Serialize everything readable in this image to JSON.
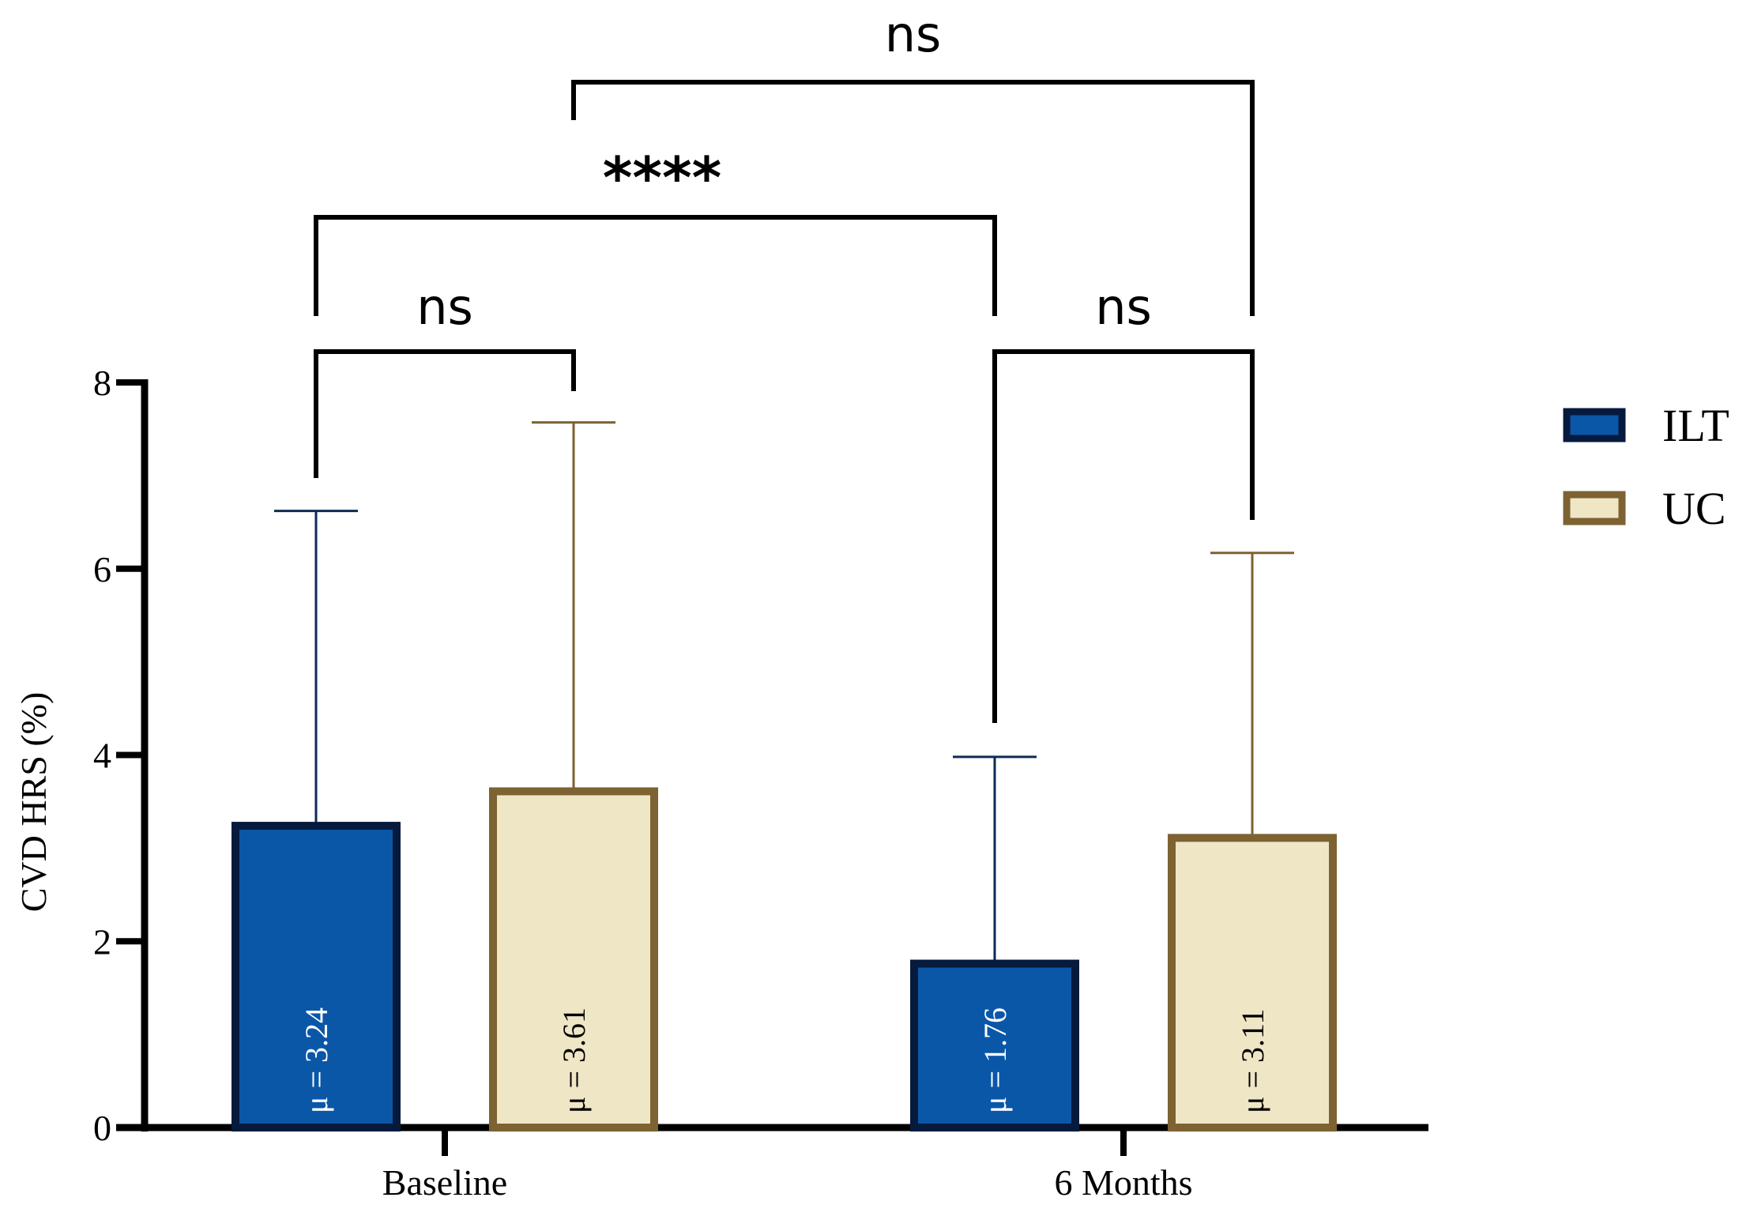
{
  "chart_data": {
    "type": "bar",
    "categories": [
      "Baseline",
      "6 Months"
    ],
    "ylabel": "CVD HRS  (%)",
    "ylim": [
      0,
      8
    ],
    "yticks": [
      0,
      2,
      4,
      6,
      8
    ],
    "grid": false,
    "legend_position": "right",
    "series": [
      {
        "name": "ILT",
        "values": [
          3.24,
          1.76
        ],
        "error_upper": [
          6.62,
          3.98
        ],
        "value_labels": [
          "μ = 3.24",
          "μ = 1.76"
        ],
        "fill": "#0a57a8",
        "stroke": "#061a3d",
        "label_color": "#ffffff",
        "error_color": "#0d2a55"
      },
      {
        "name": "UC",
        "values": [
          3.61,
          3.11
        ],
        "error_upper": [
          7.57,
          6.17
        ],
        "value_labels": [
          "μ = 3.61",
          "μ = 3.11"
        ],
        "fill": "#efe6c6",
        "stroke": "#7d6232",
        "label_color": "#000000",
        "error_color": "#7d6232"
      }
    ],
    "comparisons": [
      {
        "label": "ns",
        "between": [
          "Baseline ILT",
          "Baseline UC"
        ]
      },
      {
        "label": "ns",
        "between": [
          "6 Months ILT",
          "6 Months UC"
        ]
      },
      {
        "label": "****",
        "between": [
          "Baseline ILT",
          "6 Months ILT"
        ]
      },
      {
        "label": "ns",
        "between": [
          "Baseline UC",
          "6 Months UC"
        ]
      }
    ]
  }
}
